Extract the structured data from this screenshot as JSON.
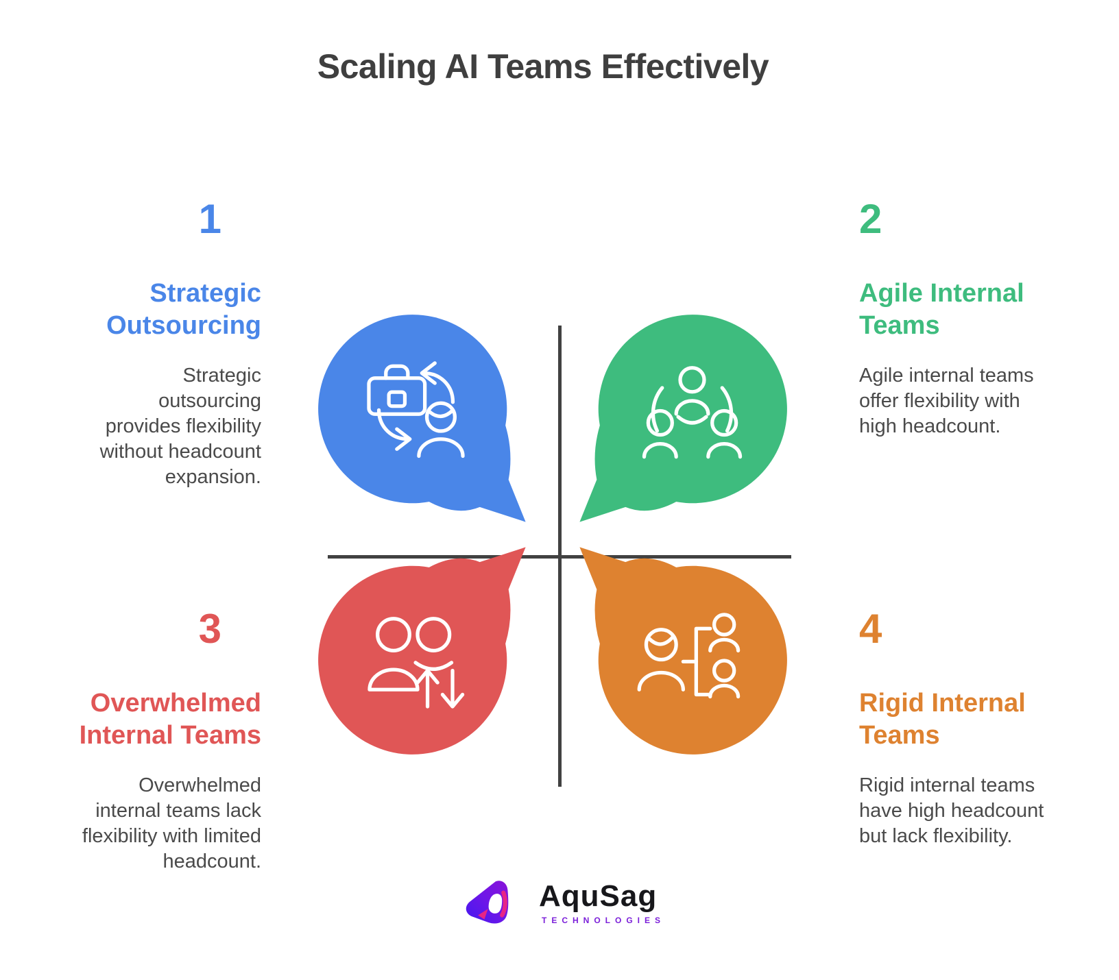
{
  "title": "Scaling AI Teams Effectively",
  "sections": [
    {
      "number": "1",
      "heading": "Strategic\nOutsourcing",
      "description": "Strategic\noutsourcing\nprovides flexibility\nwithout headcount\nexpansion.",
      "color": "#4A86E8",
      "icon": "briefcase-exchange-icon",
      "quadrant": "top-left"
    },
    {
      "number": "2",
      "heading": "Agile Internal\nTeams",
      "description": "Agile internal teams\noffer flexibility with\nhigh headcount.",
      "color": "#3EBC7E",
      "icon": "team-network-icon",
      "quadrant": "top-right"
    },
    {
      "number": "3",
      "heading": "Overwhelmed\nInternal Teams",
      "description": "Overwhelmed\ninternal teams lack\nflexibility with limited\nheadcount.",
      "color": "#E05656",
      "icon": "people-updown-arrows-icon",
      "quadrant": "bottom-left"
    },
    {
      "number": "4",
      "heading": "Rigid Internal\nTeams",
      "description": "Rigid internal teams\nhave high headcount\nbut lack flexibility.",
      "color": "#DE8230",
      "icon": "org-hierarchy-icon",
      "quadrant": "bottom-right"
    }
  ],
  "logo": {
    "name": "AquSag",
    "tagline": "TECHNOLOGIES",
    "mark_gradient": [
      "#4418F0",
      "#6D16E8",
      "#8A12D8"
    ],
    "mark_accent": "#E72585",
    "name_color": "#17171B",
    "tagline_color": "#7B1FD9"
  },
  "colors": {
    "background": "#FFFFFF",
    "title_text": "#3F3F3F",
    "body_text": "#4A4A4A",
    "divider": "#414141",
    "icon_stroke": "#FFFFFF"
  }
}
